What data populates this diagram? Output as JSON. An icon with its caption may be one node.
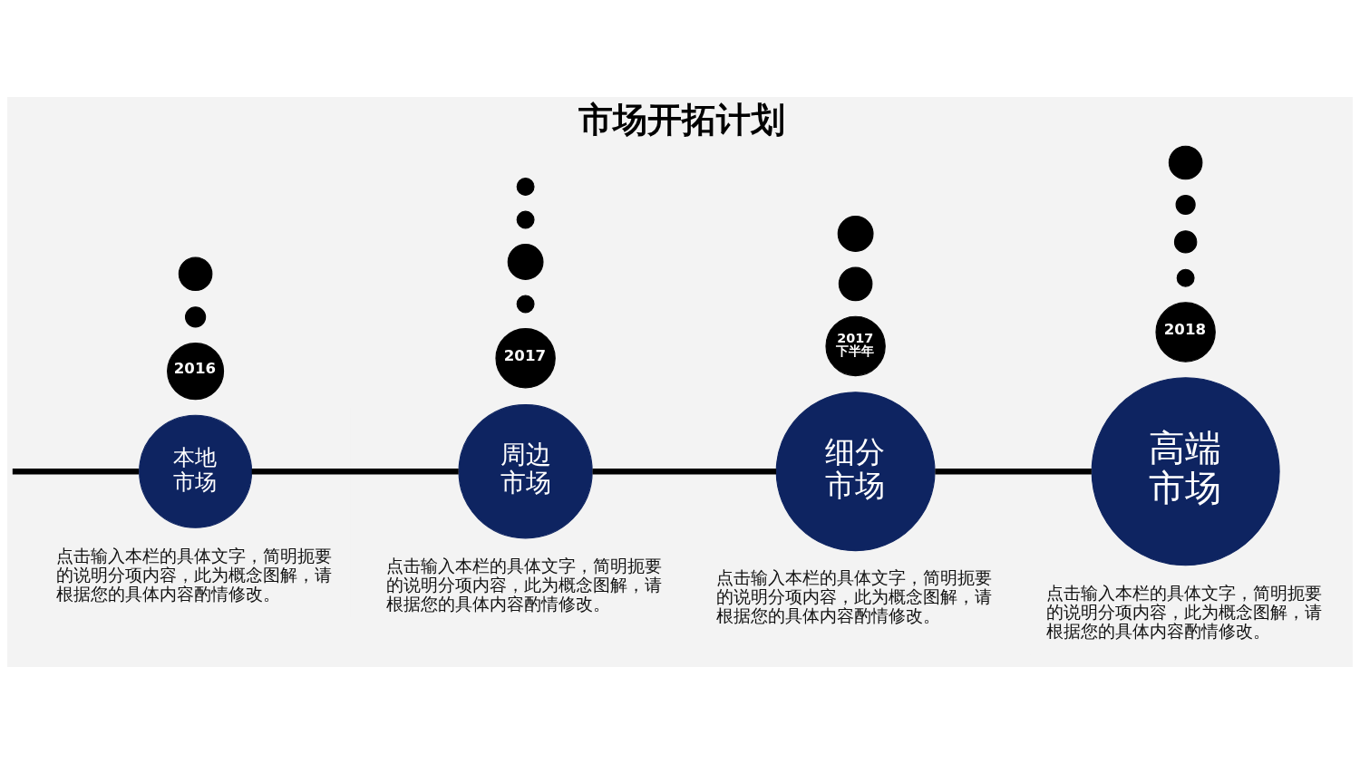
{
  "diagram": {
    "title": "市场开拓计划",
    "nodes": [
      {
        "text": [
          "本地市场"
        ],
        "beside": [
          "点击输入本栏的具体文字，简明扼要的说明分项内容，此为概念图解，请根据您的具体内容酌情修改。"
        ]
      },
      {
        "text": [
          "2016"
        ]
      },
      {
        "text": [
          "周边市场"
        ],
        "beside": [
          "点击输入本栏的具体文字，简明扼要的说明分项内容，此为概念图解，请根据您的具体内容酌情修改。"
        ]
      },
      {
        "text": [
          "2017"
        ]
      },
      {
        "text": [
          "细分市场"
        ],
        "beside": [
          "点击输入本栏的具体文字，简明扼要的说明分项内容，此为概念图解，请根据您的具体内容酌情修改。"
        ]
      },
      {
        "text": [
          "2017下半年"
        ]
      },
      {
        "text": [
          "高端市场"
        ],
        "beside": [
          "点击输入本栏的具体文字，简明扼要的说明分项内容，此为概念图解，请根据您的具体内容酌情修改。"
        ]
      },
      {
        "text": [
          "2018"
        ]
      },
      {
        "text": [],
        "shape": "circle"
      },
      {
        "text": [],
        "shape": "circle"
      },
      {
        "text": [],
        "shape": "circle"
      },
      {
        "text": [],
        "shape": "circle"
      },
      {
        "text": [],
        "shape": "circle"
      },
      {
        "text": [],
        "shape": "circle"
      },
      {
        "text": [],
        "shape": "circle"
      },
      {
        "text": [],
        "shape": "circle"
      },
      {
        "text": [],
        "shape": "circle"
      },
      {
        "text": [],
        "shape": "circle"
      },
      {
        "text": [],
        "shape": "circle"
      },
      {
        "text": [],
        "shape": "circle"
      }
    ],
    "edges": [
      {
        "from": null,
        "to": 0,
        "arrow": "none"
      },
      {
        "from": 0,
        "to": 2,
        "arrow": "none"
      },
      {
        "from": 2,
        "to": 4,
        "arrow": "none"
      },
      {
        "from": 4,
        "to": 6,
        "arrow": "none"
      }
    ]
  }
}
